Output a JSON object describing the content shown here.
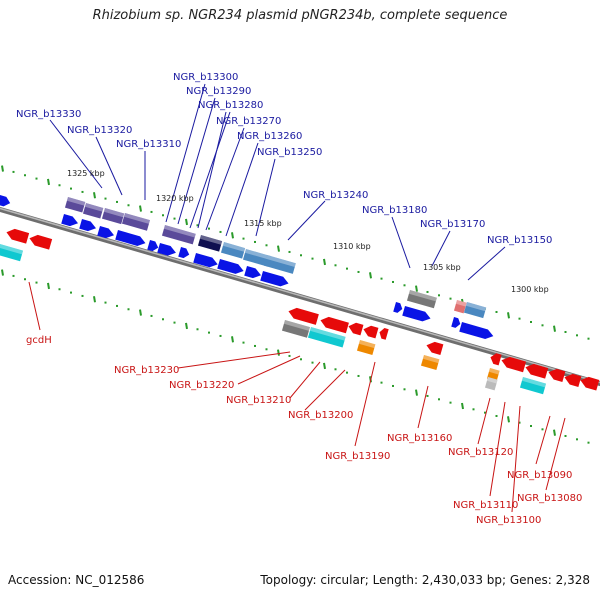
{
  "header": {
    "title": "Rhizobium sp. NGR234 plasmid pNGR234b, complete sequence"
  },
  "footer": {
    "accession": "Accession: NC_012586",
    "summary": "Topology: circular; Length: 2,430,033 bp; Genes: 2,328"
  },
  "scale_labels": [
    "1325 kbp",
    "1320 kbp",
    "1315 kbp",
    "1310 kbp",
    "1305 kbp",
    "1300 kbp"
  ],
  "upper_gene_labels": [
    "NGR_b13330",
    "NGR_b13320",
    "NGR_b13310",
    "NGR_b13300",
    "NGR_b13290",
    "NGR_b13280",
    "NGR_b13270",
    "NGR_b13260",
    "NGR_b13250",
    "NGR_b13240",
    "NGR_b13180",
    "NGR_b13170",
    "NGR_b13150"
  ],
  "lower_gene_labels": [
    "gcdH",
    "NGR_b13230",
    "NGR_b13220",
    "NGR_b13210",
    "NGR_b13200",
    "NGR_b13190",
    "NGR_b13160",
    "NGR_b13120",
    "NGR_b13110",
    "NGR_b13100",
    "NGR_b13090",
    "NGR_b13080"
  ],
  "colors": {
    "forward_cds": "#0a14e6",
    "reverse_cds": "#e60a0a",
    "backbone": "#8a8a8a",
    "tick": "#2a9a2a",
    "label_forward": "#1a1aa0",
    "label_reverse": "#c81414",
    "cog_purple": "#5a4a9a",
    "cog_navy": "#101050",
    "cog_steel": "#4a88c0",
    "cog_gray": "#777777",
    "cog_cyan": "#10c8d0",
    "cog_orange": "#ee8800",
    "cog_pink": "#e07070"
  }
}
